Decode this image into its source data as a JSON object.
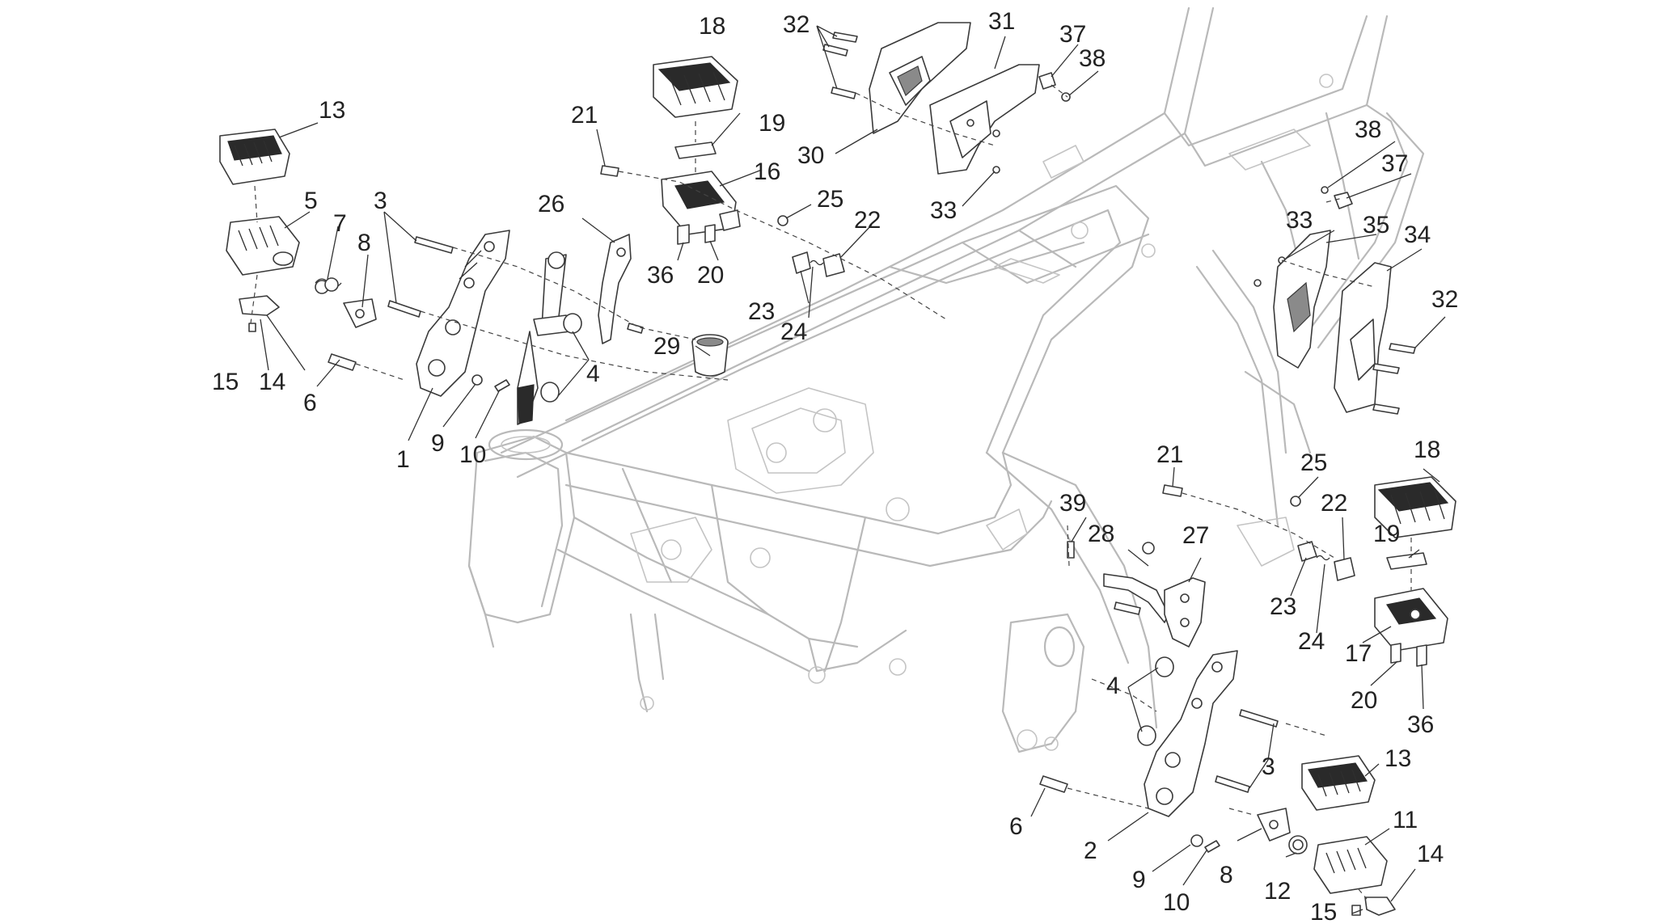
{
  "labels": [
    {
      "id": "c13a",
      "text": "13"
    },
    {
      "id": "c5",
      "text": "5"
    },
    {
      "id": "c7",
      "text": "7"
    },
    {
      "id": "c8a",
      "text": "8"
    },
    {
      "id": "c3a",
      "text": "3"
    },
    {
      "id": "c15a",
      "text": "15"
    },
    {
      "id": "c14a",
      "text": "14"
    },
    {
      "id": "c6a",
      "text": "6"
    },
    {
      "id": "c1",
      "text": "1"
    },
    {
      "id": "c9a",
      "text": "9"
    },
    {
      "id": "c10a",
      "text": "10"
    },
    {
      "id": "c4a",
      "text": "4"
    },
    {
      "id": "c26",
      "text": "26"
    },
    {
      "id": "c21a",
      "text": "21"
    },
    {
      "id": "c18a",
      "text": "18"
    },
    {
      "id": "c19a",
      "text": "19"
    },
    {
      "id": "c16",
      "text": "16"
    },
    {
      "id": "c36a",
      "text": "36"
    },
    {
      "id": "c20a",
      "text": "20"
    },
    {
      "id": "c29",
      "text": "29"
    },
    {
      "id": "c25a",
      "text": "25"
    },
    {
      "id": "c22a",
      "text": "22"
    },
    {
      "id": "c23a",
      "text": "23"
    },
    {
      "id": "c24a",
      "text": "24"
    },
    {
      "id": "c32a",
      "text": "32"
    },
    {
      "id": "c31",
      "text": "31"
    },
    {
      "id": "c30",
      "text": "30"
    },
    {
      "id": "c37a",
      "text": "37"
    },
    {
      "id": "c38a",
      "text": "38"
    },
    {
      "id": "c33a",
      "text": "33"
    },
    {
      "id": "c38b",
      "text": "38"
    },
    {
      "id": "c37b",
      "text": "37"
    },
    {
      "id": "c33b",
      "text": "33"
    },
    {
      "id": "c35",
      "text": "35"
    },
    {
      "id": "c34",
      "text": "34"
    },
    {
      "id": "c32b",
      "text": "32"
    },
    {
      "id": "c21b",
      "text": "21"
    },
    {
      "id": "c25b",
      "text": "25"
    },
    {
      "id": "c18b",
      "text": "18"
    },
    {
      "id": "c39",
      "text": "39"
    },
    {
      "id": "c28",
      "text": "28"
    },
    {
      "id": "c27",
      "text": "27"
    },
    {
      "id": "c22b",
      "text": "22"
    },
    {
      "id": "c19b",
      "text": "19"
    },
    {
      "id": "c23b",
      "text": "23"
    },
    {
      "id": "c24b",
      "text": "24"
    },
    {
      "id": "c17",
      "text": "17"
    },
    {
      "id": "c20b",
      "text": "20"
    },
    {
      "id": "c36b",
      "text": "36"
    },
    {
      "id": "c4b",
      "text": "4"
    },
    {
      "id": "c3b",
      "text": "3"
    },
    {
      "id": "c6b",
      "text": "6"
    },
    {
      "id": "c2",
      "text": "2"
    },
    {
      "id": "c13b",
      "text": "13"
    },
    {
      "id": "c11",
      "text": "11"
    },
    {
      "id": "c14b",
      "text": "14"
    },
    {
      "id": "c9b",
      "text": "9"
    },
    {
      "id": "c8b",
      "text": "8"
    },
    {
      "id": "c12",
      "text": "12"
    },
    {
      "id": "c10b",
      "text": "10"
    },
    {
      "id": "c15b",
      "text": "15"
    }
  ]
}
